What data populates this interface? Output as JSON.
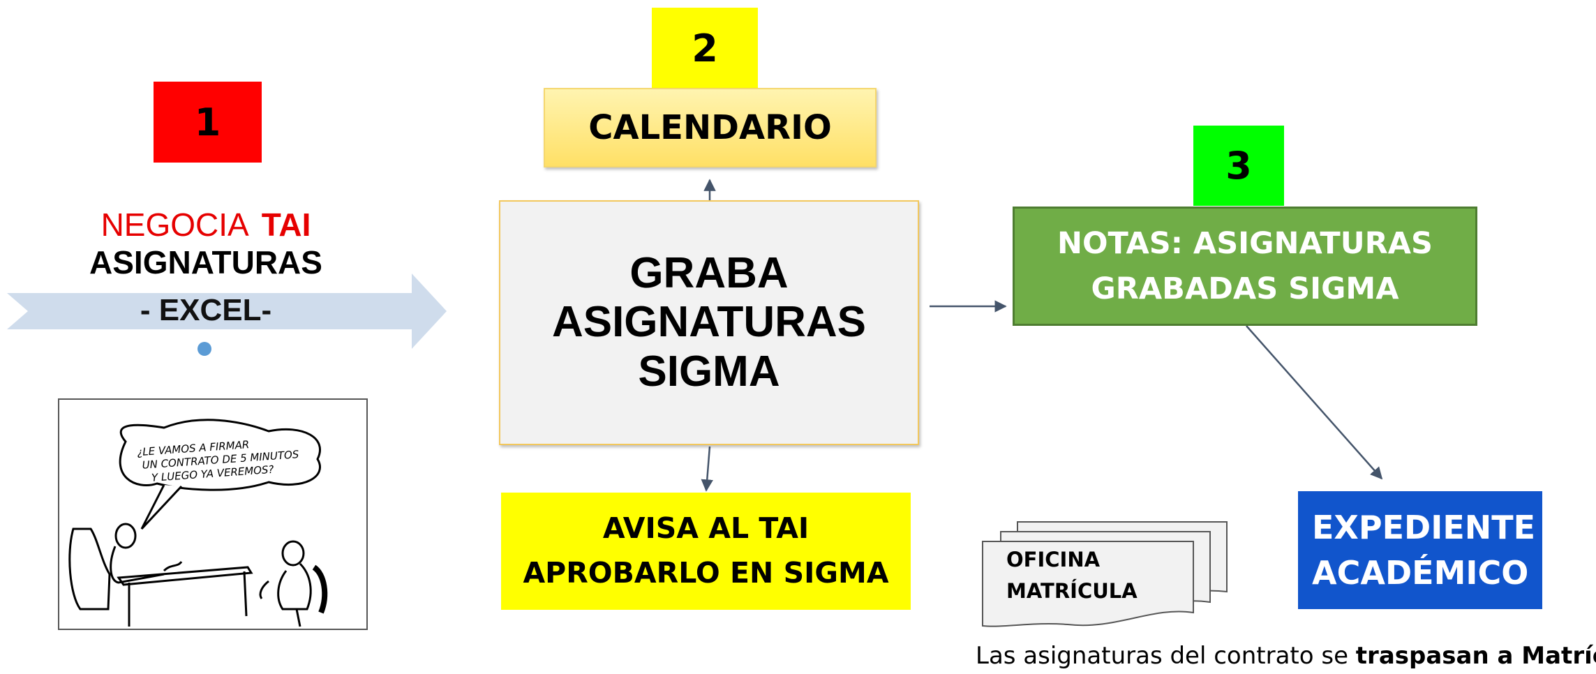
{
  "step1": {
    "badge": "1",
    "line1_a": "NEGOCIA",
    "line1_b": "TAI",
    "line2": "ASIGNATURAS",
    "arrow_label": "- EXCEL-",
    "cartoon_text": "¿LE VAMOS A FIRMAR UN CONTRATO DE 5 MINUTOS Y LUEGO YA VEREMOS?"
  },
  "step2": {
    "badge": "2",
    "calendar_label": "CALENDARIO",
    "main_lines": [
      "GRABA",
      "ASIGNATURAS",
      "SIGMA"
    ],
    "avisa_lines": [
      "AVISA AL TAI",
      "APROBARLO EN SIGMA"
    ]
  },
  "step3": {
    "badge": "3",
    "notas_lines": [
      "NOTAS:  ASIGNATURAS",
      "GRABADAS SIGMA"
    ],
    "expediente_lines": [
      "EXPEDIENTE",
      "ACADÉMICO"
    ]
  },
  "oficina": {
    "lines": [
      "OFICINA",
      "MATRÍCULA"
    ]
  },
  "caption": {
    "prefix": "Las asignaturas del contrato se ",
    "emphasis": "traspasan a Matrícula"
  },
  "colors": {
    "badge1": "#ff0000",
    "badge2": "#ffff00",
    "badge3": "#00ff00",
    "arrow": "#cfdcec",
    "notas": "#70ad47",
    "expediente": "#1155cc",
    "connector": "#44546a"
  }
}
